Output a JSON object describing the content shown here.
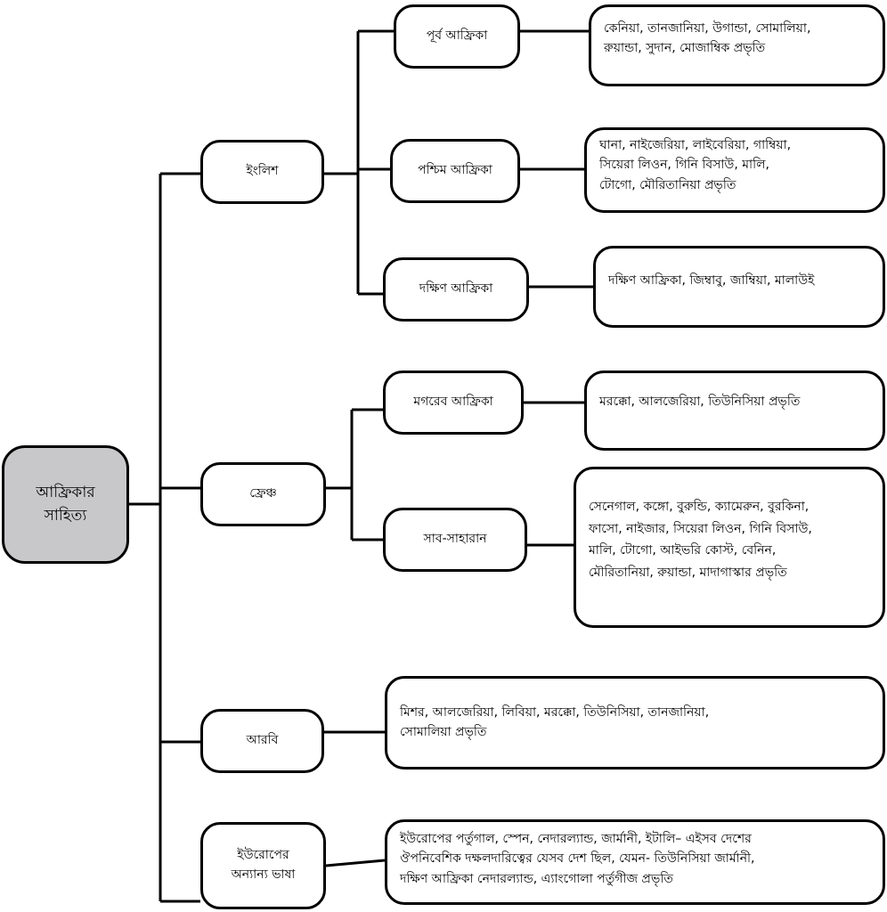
{
  "root": {
    "lines": [
      "আফ্রিকার",
      "সাহিত্য"
    ]
  },
  "english": {
    "label": "ইংলিশ",
    "east": {
      "label": "পূর্ব আফ্রিকা",
      "countries": [
        "কেনিয়া, তানজানিয়া, উগান্ডা, সোমালিয়া,",
        "রুয়ান্ডা, সুদান, মোজাম্বিক প্রভৃতি"
      ]
    },
    "west": {
      "label": "পশ্চিম আফ্রিকা",
      "countries": [
        "ঘানা, নাইজেরিয়া, লাইবেরিয়া, গাম্বিয়া,",
        "সিয়েরা লিওন, গিনি বিসাউ, মালি,",
        "টোগো, মৌরিতানিয়া প্রভৃতি"
      ]
    },
    "south": {
      "label": "দক্ষিণ আফ্রিকা",
      "countries": [
        "দক্ষিণ আফ্রিকা, জিম্বাবু, জাম্বিয়া, মালাউই"
      ]
    }
  },
  "french": {
    "label": "ফ্রেঞ্চ",
    "maghreb": {
      "label": "মগরেব আফ্রিকা",
      "countries": [
        "মরক্কো, আলজেরিয়া, তিউনিসিয়া প্রভৃতি"
      ]
    },
    "subsahara": {
      "label": "সাব-সাহারান",
      "countries": [
        "সেনেগাল, কঙ্গো, বুরুন্ডি, ক্যামেরুন, বুরকিনা,",
        "ফাসো, নাইজার, সিয়েরা লিওন, গিনি বিসাউ,",
        "মালি, টোগো, আইভরি কোস্ট, বেনিন,",
        "মৌরিতানিয়া, রুয়ান্ডা, মাদাগাস্কার প্রভৃতি"
      ]
    }
  },
  "arabic": {
    "label": "আরবি",
    "countries": [
      "মিশর, আলজেরিয়া, লিবিয়া, মরক্কো, তিউনিসিয়া, তানজানিয়া,",
      "সোমালিয়া প্রভৃতি"
    ]
  },
  "european": {
    "label_lines": [
      "ইউরোপের",
      "অন্যান্য ভাষা"
    ],
    "countries": [
      "ইউরোপের পর্তুগাল, স্পেন, নেদারল্যান্ড, জার্মানী, ইটালি– এইসব দেশের",
      "ঔপনিবেশিক দক্ষলদারিত্বের যেসব দেশ ছিল, যেমন- তিউনিসিয়া জার্মানী,",
      "দক্ষিণ আফ্রিকা নেদারল্যান্ড, এ্যাংগোলা পর্তুগীজ প্রভৃতি"
    ]
  }
}
